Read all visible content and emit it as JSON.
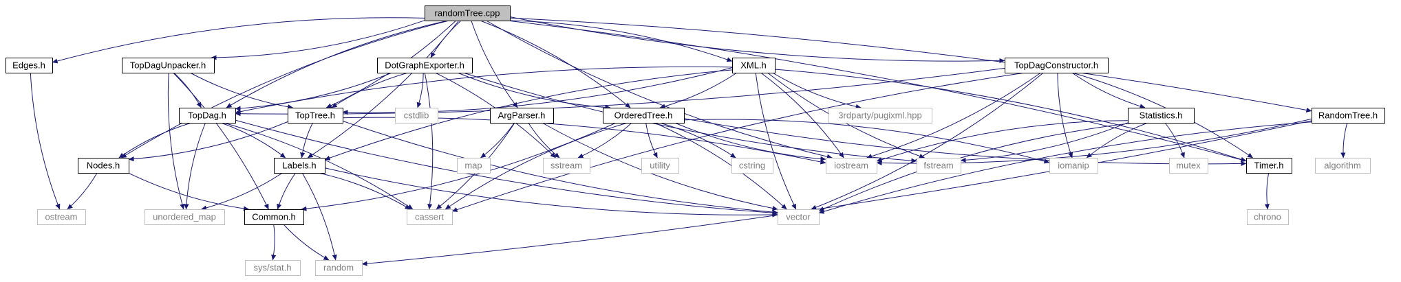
{
  "diagram": {
    "type": "include-dependency-graph",
    "colors": {
      "edge": "#191970",
      "root_fill": "#bfbfbf",
      "internal_border": "#000000",
      "external_border": "#bfbfbf",
      "external_text": "#808080"
    },
    "nodes": [
      {
        "id": "randomTree_cpp",
        "label": "randomTree.cpp",
        "kind": "root"
      },
      {
        "id": "Edges_h",
        "label": "Edges.h",
        "kind": "internal"
      },
      {
        "id": "TopDagUnpacker_h",
        "label": "TopDagUnpacker.h",
        "kind": "internal"
      },
      {
        "id": "DotGraphExporter_h",
        "label": "DotGraphExporter.h",
        "kind": "internal"
      },
      {
        "id": "XML_h",
        "label": "XML.h",
        "kind": "internal"
      },
      {
        "id": "TopDagConstructor_h",
        "label": "TopDagConstructor.h",
        "kind": "internal"
      },
      {
        "id": "RandomTree_h",
        "label": "RandomTree.h",
        "kind": "internal"
      },
      {
        "id": "TopDag_h",
        "label": "TopDag.h",
        "kind": "internal"
      },
      {
        "id": "TopTree_h",
        "label": "TopTree.h",
        "kind": "internal"
      },
      {
        "id": "cstdlib",
        "label": "cstdlib",
        "kind": "external"
      },
      {
        "id": "ArgParser_h",
        "label": "ArgParser.h",
        "kind": "internal"
      },
      {
        "id": "OrderedTree_h",
        "label": "OrderedTree.h",
        "kind": "internal"
      },
      {
        "id": "pugixml",
        "label": "3rdparty/pugixml.hpp",
        "kind": "external"
      },
      {
        "id": "Statistics_h",
        "label": "Statistics.h",
        "kind": "internal"
      },
      {
        "id": "Nodes_h",
        "label": "Nodes.h",
        "kind": "internal"
      },
      {
        "id": "Labels_h",
        "label": "Labels.h",
        "kind": "internal"
      },
      {
        "id": "map",
        "label": "map",
        "kind": "external"
      },
      {
        "id": "sstream",
        "label": "sstream",
        "kind": "external"
      },
      {
        "id": "utility",
        "label": "utility",
        "kind": "external"
      },
      {
        "id": "cstring",
        "label": "cstring",
        "kind": "external"
      },
      {
        "id": "iostream",
        "label": "iostream",
        "kind": "external"
      },
      {
        "id": "fstream",
        "label": "fstream",
        "kind": "external"
      },
      {
        "id": "iomanip",
        "label": "iomanip",
        "kind": "external"
      },
      {
        "id": "mutex",
        "label": "mutex",
        "kind": "external"
      },
      {
        "id": "Timer_h",
        "label": "Timer.h",
        "kind": "internal"
      },
      {
        "id": "algorithm",
        "label": "algorithm",
        "kind": "external"
      },
      {
        "id": "ostream",
        "label": "ostream",
        "kind": "external"
      },
      {
        "id": "unordered_map",
        "label": "unordered_map",
        "kind": "external"
      },
      {
        "id": "Common_h",
        "label": "Common.h",
        "kind": "internal"
      },
      {
        "id": "cassert",
        "label": "cassert",
        "kind": "external"
      },
      {
        "id": "vector",
        "label": "vector",
        "kind": "external"
      },
      {
        "id": "chrono",
        "label": "chrono",
        "kind": "external"
      },
      {
        "id": "sys_stat_h",
        "label": "sys/stat.h",
        "kind": "external"
      },
      {
        "id": "random",
        "label": "random",
        "kind": "external"
      }
    ],
    "edges": [
      {
        "from": "randomTree_cpp",
        "to": "Edges_h"
      },
      {
        "from": "randomTree_cpp",
        "to": "TopDagUnpacker_h"
      },
      {
        "from": "randomTree_cpp",
        "to": "DotGraphExporter_h"
      },
      {
        "from": "randomTree_cpp",
        "to": "XML_h"
      },
      {
        "from": "randomTree_cpp",
        "to": "TopDagConstructor_h"
      },
      {
        "from": "randomTree_cpp",
        "to": "RandomTree_h"
      },
      {
        "from": "randomTree_cpp",
        "to": "TopDag_h"
      },
      {
        "from": "randomTree_cpp",
        "to": "TopTree_h"
      },
      {
        "from": "randomTree_cpp",
        "to": "ArgParser_h"
      },
      {
        "from": "randomTree_cpp",
        "to": "OrderedTree_h"
      },
      {
        "from": "randomTree_cpp",
        "to": "Nodes_h"
      },
      {
        "from": "randomTree_cpp",
        "to": "Labels_h"
      },
      {
        "from": "randomTree_cpp",
        "to": "iostream"
      },
      {
        "from": "randomTree_cpp",
        "to": "Timer_h"
      },
      {
        "from": "Edges_h",
        "to": "ostream"
      },
      {
        "from": "TopDagUnpacker_h",
        "to": "TopDag_h"
      },
      {
        "from": "TopDagUnpacker_h",
        "to": "TopTree_h"
      },
      {
        "from": "TopDagUnpacker_h",
        "to": "Common_h"
      },
      {
        "from": "TopDagUnpacker_h",
        "to": "unordered_map"
      },
      {
        "from": "DotGraphExporter_h",
        "to": "TopDag_h"
      },
      {
        "from": "DotGraphExporter_h",
        "to": "TopTree_h"
      },
      {
        "from": "DotGraphExporter_h",
        "to": "cstdlib"
      },
      {
        "from": "DotGraphExporter_h",
        "to": "OrderedTree_h"
      },
      {
        "from": "DotGraphExporter_h",
        "to": "sstream"
      },
      {
        "from": "DotGraphExporter_h",
        "to": "fstream"
      },
      {
        "from": "DotGraphExporter_h",
        "to": "cassert"
      },
      {
        "from": "XML_h",
        "to": "TopDag_h"
      },
      {
        "from": "XML_h",
        "to": "TopTree_h"
      },
      {
        "from": "XML_h",
        "to": "Labels_h"
      },
      {
        "from": "XML_h",
        "to": "OrderedTree_h"
      },
      {
        "from": "XML_h",
        "to": "pugixml"
      },
      {
        "from": "XML_h",
        "to": "iostream"
      },
      {
        "from": "XML_h",
        "to": "fstream"
      },
      {
        "from": "XML_h",
        "to": "Timer_h"
      },
      {
        "from": "XML_h",
        "to": "vector"
      },
      {
        "from": "TopDagConstructor_h",
        "to": "TopDag_h"
      },
      {
        "from": "TopDagConstructor_h",
        "to": "Statistics_h"
      },
      {
        "from": "TopDagConstructor_h",
        "to": "iostream"
      },
      {
        "from": "TopDagConstructor_h",
        "to": "iomanip"
      },
      {
        "from": "TopDagConstructor_h",
        "to": "Timer_h"
      },
      {
        "from": "TopDagConstructor_h",
        "to": "cassert"
      },
      {
        "from": "TopDagConstructor_h",
        "to": "vector"
      },
      {
        "from": "RandomTree_h",
        "to": "algorithm"
      },
      {
        "from": "RandomTree_h",
        "to": "iostream"
      },
      {
        "from": "RandomTree_h",
        "to": "vector"
      },
      {
        "from": "RandomTree_h",
        "to": "random"
      },
      {
        "from": "TopDag_h",
        "to": "Nodes_h"
      },
      {
        "from": "TopDag_h",
        "to": "Labels_h"
      },
      {
        "from": "TopDag_h",
        "to": "unordered_map"
      },
      {
        "from": "TopDag_h",
        "to": "cassert"
      },
      {
        "from": "TopDag_h",
        "to": "vector"
      },
      {
        "from": "TopTree_h",
        "to": "Nodes_h"
      },
      {
        "from": "TopTree_h",
        "to": "Labels_h"
      },
      {
        "from": "TopTree_h",
        "to": "iostream"
      },
      {
        "from": "TopTree_h",
        "to": "vector"
      },
      {
        "from": "ArgParser_h",
        "to": "map"
      },
      {
        "from": "ArgParser_h",
        "to": "sstream"
      },
      {
        "from": "ArgParser_h",
        "to": "cassert"
      },
      {
        "from": "ArgParser_h",
        "to": "vector"
      },
      {
        "from": "OrderedTree_h",
        "to": "sstream"
      },
      {
        "from": "OrderedTree_h",
        "to": "utility"
      },
      {
        "from": "OrderedTree_h",
        "to": "cstring"
      },
      {
        "from": "OrderedTree_h",
        "to": "iostream"
      },
      {
        "from": "OrderedTree_h",
        "to": "iomanip"
      },
      {
        "from": "OrderedTree_h",
        "to": "Timer_h"
      },
      {
        "from": "OrderedTree_h",
        "to": "Common_h"
      },
      {
        "from": "OrderedTree_h",
        "to": "cassert"
      },
      {
        "from": "OrderedTree_h",
        "to": "vector"
      },
      {
        "from": "Statistics_h",
        "to": "iostream"
      },
      {
        "from": "Statistics_h",
        "to": "fstream"
      },
      {
        "from": "Statistics_h",
        "to": "iomanip"
      },
      {
        "from": "Statistics_h",
        "to": "mutex"
      },
      {
        "from": "Statistics_h",
        "to": "vector"
      },
      {
        "from": "Nodes_h",
        "to": "ostream"
      },
      {
        "from": "Nodes_h",
        "to": "Common_h"
      },
      {
        "from": "Labels_h",
        "to": "unordered_map"
      },
      {
        "from": "Labels_h",
        "to": "Common_h"
      },
      {
        "from": "Labels_h",
        "to": "cassert"
      },
      {
        "from": "Labels_h",
        "to": "vector"
      },
      {
        "from": "Labels_h",
        "to": "random"
      },
      {
        "from": "Timer_h",
        "to": "chrono"
      },
      {
        "from": "Common_h",
        "to": "sys_stat_h"
      },
      {
        "from": "Common_h",
        "to": "random"
      }
    ]
  }
}
